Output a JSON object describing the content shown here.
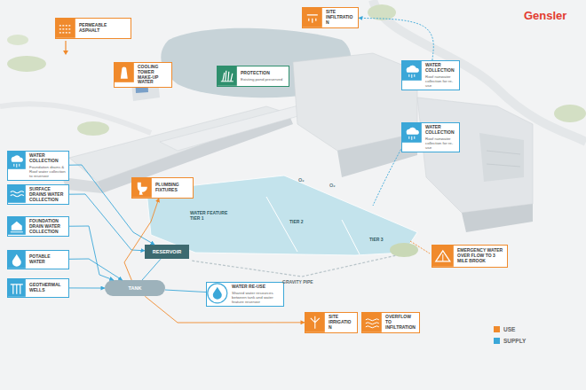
{
  "diagram": {
    "nodes": [
      {
        "text": [
          "PERMEABLE ASPHALT"
        ]
      },
      {
        "text": [
          "COOLING TOWER MAKE-UP WATER"
        ]
      },
      {
        "text": [
          "PROTECTION",
          "Existing pond preserved"
        ]
      },
      {
        "text": [
          "SITE INFILTRATION"
        ]
      },
      {
        "text": [
          "WATER COLLECTION",
          "Roof rainwater collection for re-use"
        ]
      },
      {
        "text": [
          "WATER COLLECTION",
          "Roof rainwater collection for re-use"
        ]
      },
      {
        "text": [
          "WATER COLLECTION",
          "Foundation drains & Roof water collection to reservoir"
        ]
      },
      {
        "text": [
          "SURFACE DRAINS WATER COLLECTION"
        ]
      },
      {
        "text": [
          "FOUNDATION DRAIN WATER COLLECTION"
        ]
      },
      {
        "text": [
          "POTABLE WATER"
        ]
      },
      {
        "text": [
          "GEOTHERMAL WELLS"
        ]
      },
      {
        "text": [
          "PLUMBING FIXTURES"
        ]
      },
      {
        "text": [
          "RESERVOIR"
        ]
      },
      {
        "text": [
          "TANK"
        ]
      },
      {
        "text": [
          "WATER RE-USE",
          "Shared water resources between tank and water feature reservoir"
        ]
      },
      {
        "text": [
          "EMERGENCY WATER OVER FLOW TO 3 MILE BROOK"
        ]
      },
      {
        "text": [
          "SITE IRRIGATION"
        ]
      },
      {
        "text": [
          "OVERFLOW TO INFILTRATION"
        ]
      }
    ],
    "edges": [
      {
        "from": 4,
        "to": 3,
        "arrow": "to"
      },
      {
        "from": 6,
        "to": 12,
        "arrow": "to"
      },
      {
        "from": 7,
        "to": 12,
        "arrow": "to"
      },
      {
        "from": 8,
        "to": 13,
        "arrow": "to"
      },
      {
        "from": 9,
        "to": 13,
        "arrow": "to"
      },
      {
        "from": 10,
        "to": 13,
        "arrow": "to"
      },
      {
        "from": 13,
        "to": 11,
        "arrow": "to"
      },
      {
        "from": 13,
        "to": 16,
        "arrow": "to"
      },
      {
        "from": 14,
        "to": 13,
        "arrow": "none"
      },
      {
        "from": 12,
        "to": 13,
        "arrow": "none"
      }
    ],
    "labels": [
      "Gensler",
      "WATER FEATURE TIER 1",
      "TIER 2",
      "TIER 3",
      "GRAVITY PIPE",
      "O₂",
      "O₂"
    ],
    "legend": [
      {
        "text": "USE",
        "color": "#f08a2c"
      },
      {
        "text": "SUPPLY",
        "color": "#3ba7d8"
      }
    ]
  }
}
